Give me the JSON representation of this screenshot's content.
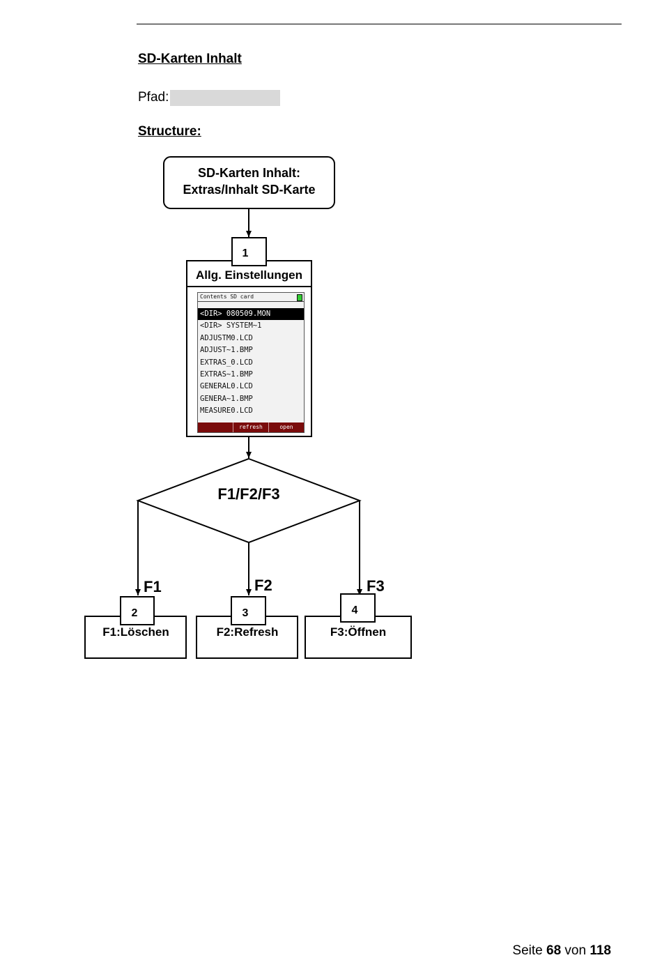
{
  "section_title": "SD-Karten Inhalt",
  "path_label": "Pfad:",
  "structure_label": "Structure:",
  "flow": {
    "start_line1": "SD-Karten Inhalt:",
    "start_line2": "Extras/Inhalt SD-Karte",
    "node1_number": "1",
    "node1_title": "Allg. Einstellungen",
    "decision": "F1/F2/F3",
    "branch_labels": [
      "F1",
      "F2",
      "F3"
    ],
    "results": [
      {
        "number": "2",
        "label": "F1:Löschen"
      },
      {
        "number": "3",
        "label": "F2:Refresh"
      },
      {
        "number": "4",
        "label": "F3:Öffnen"
      }
    ]
  },
  "lcd": {
    "title": "Contents SD card",
    "rows": [
      "<DIR> 080509.MON",
      "<DIR> SYSTEM~1",
      "ADJUSTM0.LCD",
      "ADJUST~1.BMP",
      "EXTRAS_0.LCD",
      "EXTRAS~1.BMP",
      "GENERAL0.LCD",
      "GENERA~1.BMP",
      "MEASURE0.LCD"
    ],
    "selected_row": 0,
    "softkeys": [
      "",
      "refresh",
      "open"
    ]
  },
  "footer": {
    "prefix": "Seite",
    "page": "68",
    "middle": "von",
    "total": "118"
  }
}
